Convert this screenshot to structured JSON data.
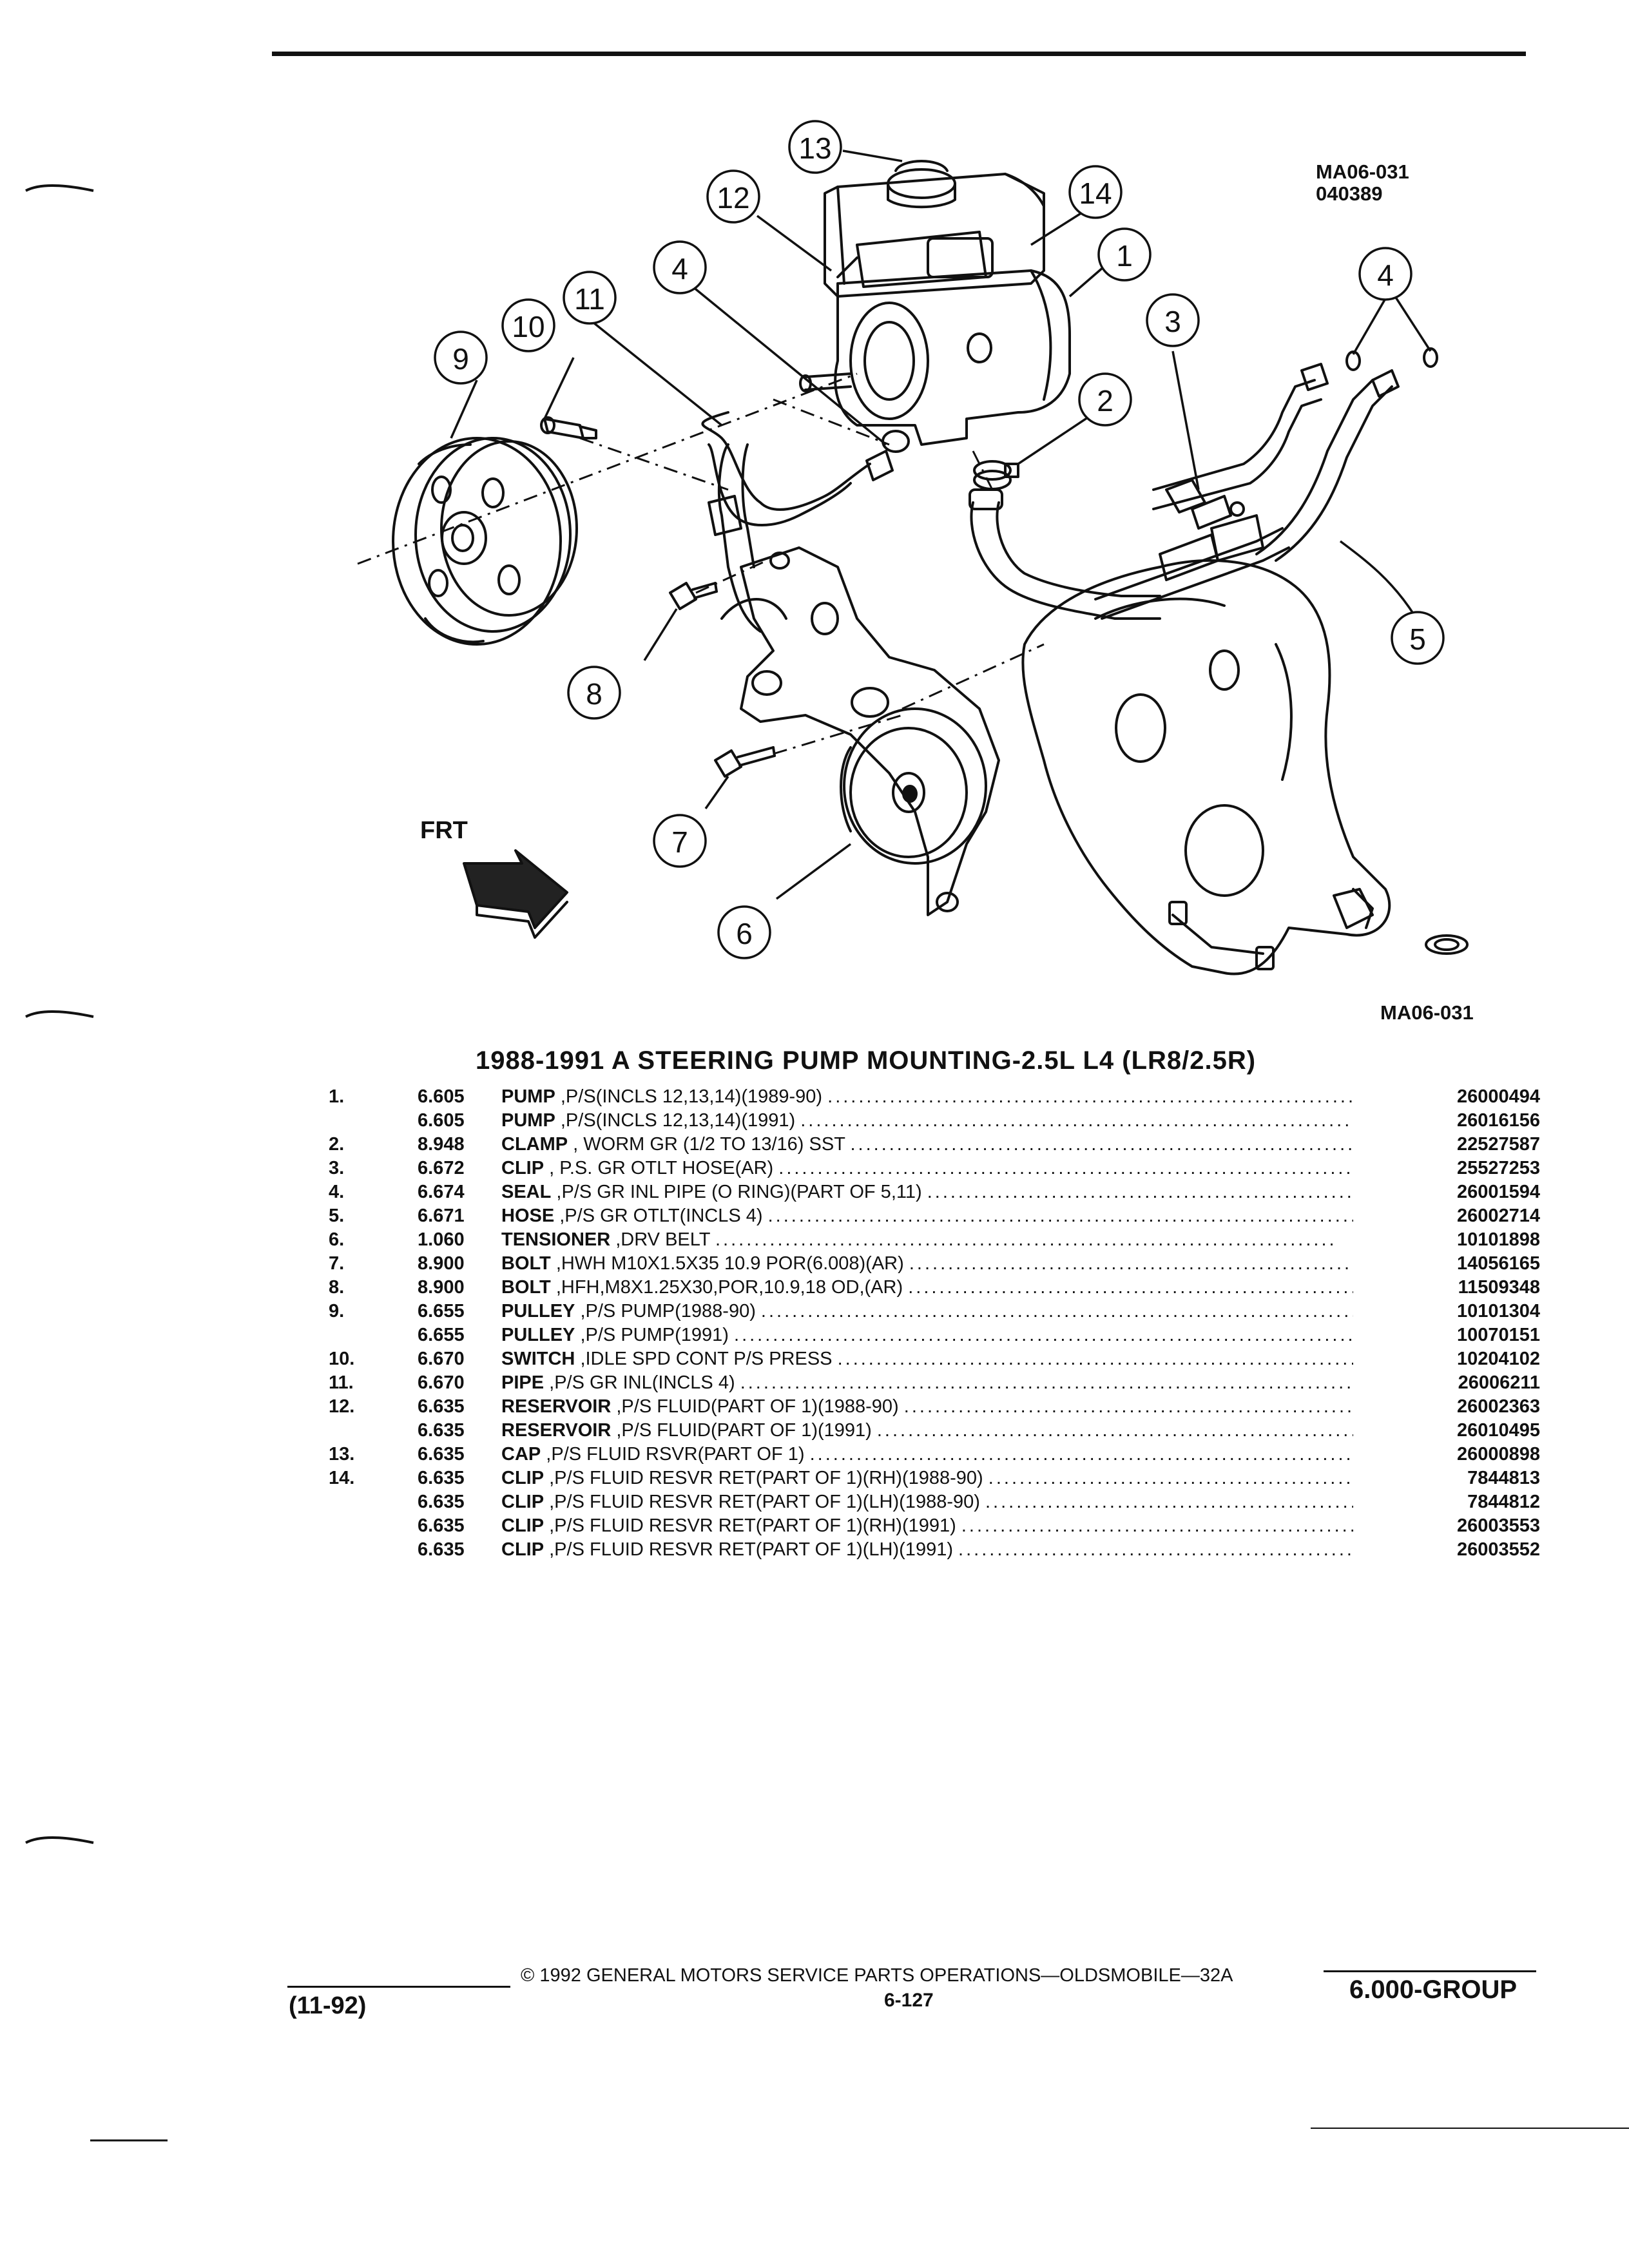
{
  "figure": {
    "id_line1": "MA06-031",
    "id_line2": "040389",
    "bottom_id": "MA06-031",
    "frt_label": "FRT",
    "callouts": [
      "1",
      "2",
      "3",
      "4",
      "4",
      "5",
      "6",
      "7",
      "8",
      "9",
      "10",
      "11",
      "12",
      "13",
      "14"
    ]
  },
  "title": "1988-1991 A STEERING PUMP MOUNTING-2.5L L4 (LR8/2.5R)",
  "parts": [
    {
      "idx": "1.",
      "grp": "6.605",
      "name": "PUMP",
      "spec": ",P/S(INCLS 12,13,14)(1989-90)",
      "pn": "26000494"
    },
    {
      "idx": "",
      "grp": "6.605",
      "name": "PUMP",
      "spec": ",P/S(INCLS 12,13,14)(1991)",
      "pn": "26016156"
    },
    {
      "idx": "2.",
      "grp": "8.948",
      "name": "CLAMP",
      "spec": ", WORM GR (1/2 TO 13/16) SST",
      "pn": "22527587"
    },
    {
      "idx": "3.",
      "grp": "6.672",
      "name": "CLIP",
      "spec": ", P.S. GR OTLT HOSE(AR)",
      "pn": "25527253"
    },
    {
      "idx": "4.",
      "grp": "6.674",
      "name": "SEAL",
      "spec": ",P/S GR INL PIPE (O RING)(PART OF 5,11)",
      "pn": "26001594"
    },
    {
      "idx": "5.",
      "grp": "6.671",
      "name": "HOSE",
      "spec": ",P/S GR OTLT(INCLS 4)",
      "pn": "26002714"
    },
    {
      "idx": "6.",
      "grp": "1.060",
      "name": "TENSIONER",
      "spec": ",DRV BELT",
      "pn": "10101898"
    },
    {
      "idx": "7.",
      "grp": "8.900",
      "name": "BOLT",
      "spec": ",HWH M10X1.5X35 10.9 POR(6.008)(AR)",
      "pn": "14056165"
    },
    {
      "idx": "8.",
      "grp": "8.900",
      "name": "BOLT",
      "spec": ",HFH,M8X1.25X30,POR,10.9,18 OD,(AR)",
      "pn": "11509348"
    },
    {
      "idx": "9.",
      "grp": "6.655",
      "name": "PULLEY",
      "spec": ",P/S PUMP(1988-90)",
      "pn": "10101304"
    },
    {
      "idx": "",
      "grp": "6.655",
      "name": "PULLEY",
      "spec": ",P/S PUMP(1991)",
      "pn": "10070151"
    },
    {
      "idx": "10.",
      "grp": "6.670",
      "name": "SWITCH",
      "spec": ",IDLE SPD CONT P/S PRESS",
      "pn": "10204102"
    },
    {
      "idx": "11.",
      "grp": "6.670",
      "name": "PIPE",
      "spec": ",P/S GR INL(INCLS 4)",
      "pn": "26006211"
    },
    {
      "idx": "12.",
      "grp": "6.635",
      "name": "RESERVOIR",
      "spec": ",P/S FLUID(PART OF 1)(1988-90)",
      "pn": "26002363"
    },
    {
      "idx": "",
      "grp": "6.635",
      "name": "RESERVOIR",
      "spec": ",P/S FLUID(PART OF 1)(1991)",
      "pn": "26010495"
    },
    {
      "idx": "13.",
      "grp": "6.635",
      "name": "CAP",
      "spec": ",P/S FLUID RSVR(PART OF 1)",
      "pn": "26000898"
    },
    {
      "idx": "14.",
      "grp": "6.635",
      "name": "CLIP",
      "spec": ",P/S FLUID RESVR RET(PART OF 1)(RH)(1988-90)",
      "pn": "7844813"
    },
    {
      "idx": "",
      "grp": "6.635",
      "name": "CLIP",
      "spec": ",P/S FLUID RESVR RET(PART OF 1)(LH)(1988-90)",
      "pn": "7844812"
    },
    {
      "idx": "",
      "grp": "6.635",
      "name": "CLIP",
      "spec": ",P/S FLUID RESVR RET(PART OF 1)(RH)(1991)",
      "pn": "26003553"
    },
    {
      "idx": "",
      "grp": "6.635",
      "name": "CLIP",
      "spec": ",P/S FLUID RESVR RET(PART OF 1)(LH)(1991)",
      "pn": "26003552"
    }
  ],
  "footer": {
    "copyright": "© 1992 GENERAL MOTORS SERVICE PARTS OPERATIONS—OLDSMOBILE—32A",
    "page": "6-127",
    "date": "(11-92)",
    "group": "6.000-GROUP"
  }
}
